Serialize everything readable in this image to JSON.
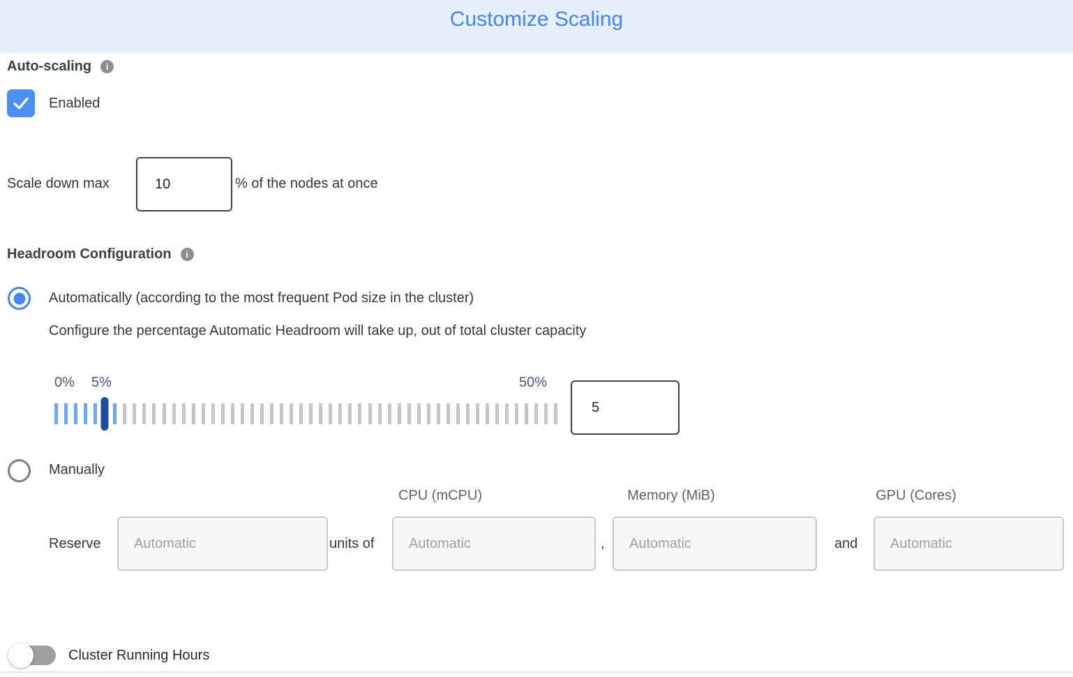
{
  "header": {
    "title": "Customize Scaling"
  },
  "auto_scaling": {
    "label": "Auto-scaling",
    "enabled_label": "Enabled",
    "checked": true
  },
  "scale_down": {
    "prefix": "Scale down max",
    "value": "10",
    "suffix": "% of the nodes at once"
  },
  "headroom": {
    "label": "Headroom Configuration",
    "automatic": {
      "label": "Automatically (according to the most frequent Pod size in the cluster)",
      "description": "Configure the percentage Automatic Headroom will take up, out of total cluster capacity",
      "selected": true
    },
    "slider": {
      "min_label": "0%",
      "value_label": "5%",
      "max_label": "50%",
      "value": "5",
      "total_ticks": 52,
      "filled_ticks": 7,
      "handle_percent": 10
    },
    "manual": {
      "label": "Manually",
      "selected": false,
      "reserve_label": "Reserve",
      "units_of_label": "units of",
      "comma": ",",
      "and_label": "and",
      "columns": [
        "CPU (mCPU)",
        "Memory (MiB)",
        "GPU (Cores)"
      ],
      "inputs": [
        {
          "placeholder": "Automatic"
        },
        {
          "placeholder": "Automatic"
        },
        {
          "placeholder": "Automatic"
        },
        {
          "placeholder": "Automatic"
        }
      ]
    }
  },
  "cluster_running_hours": {
    "label": "Cluster Running Hours",
    "enabled": false
  },
  "colors": {
    "accent_blue": "#4285f4",
    "header_bg": "#e7eefc",
    "checkbox_blue": "#4b8ef7",
    "tick_blue": "#6aa7f8",
    "tick_gray": "#c6c6c6",
    "handle_blue": "#1c4da1",
    "slider_label": "#47597a",
    "toggle_off_track": "#9e9e9e"
  }
}
